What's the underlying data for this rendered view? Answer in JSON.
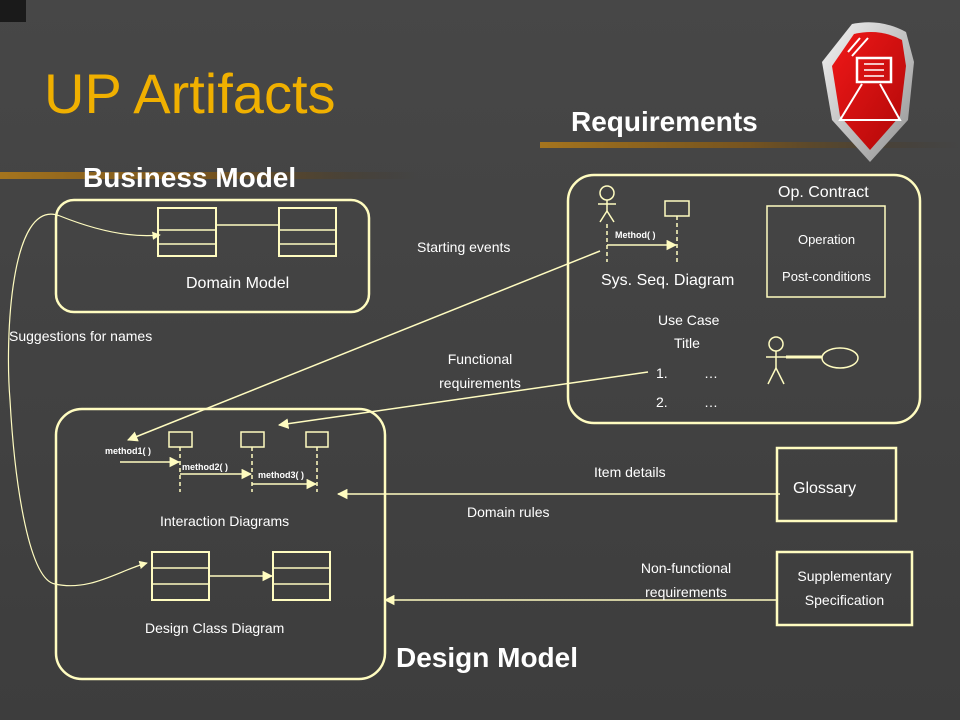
{
  "slide": {
    "title": "UP Artifacts",
    "sections": {
      "requirements": "Requirements",
      "business_model": "Business Model",
      "design_model": "Design Model"
    },
    "business": {
      "domain_model_label": "Domain Model"
    },
    "requirements_box": {
      "op_contract_title": "Op. Contract",
      "operation_label": "Operation",
      "postconditions_label": "Post-conditions",
      "ssd_message": "Method( )",
      "ssd_label": "Sys. Seq. Diagram",
      "use_case_label": "Use Case",
      "use_case_title": "Title",
      "steps": [
        {
          "num": "1.",
          "text": "…"
        },
        {
          "num": "2.",
          "text": "…"
        }
      ]
    },
    "design": {
      "method1": "method1( )",
      "method2": "method2( )",
      "method3": "method3( )",
      "interaction_label": "Interaction Diagrams",
      "class_label": "Design Class Diagram"
    },
    "glossary": "Glossary",
    "supplementary": {
      "line1": "Supplementary",
      "line2": "Specification"
    },
    "arrows": {
      "starting_events": "Starting events",
      "suggestions": "Suggestions for names",
      "functional_1": "Functional",
      "functional_2": "requirements",
      "item_details": "Item details",
      "domain_rules": "Domain rules",
      "nonfunctional_1": "Non-functional",
      "nonfunctional_2": "requirements"
    },
    "colors": {
      "title": "#f0b000",
      "line": "#fffcc0",
      "background": "#404040",
      "shield": "#e01010"
    },
    "logo_icon": "shield-logo-icon"
  }
}
